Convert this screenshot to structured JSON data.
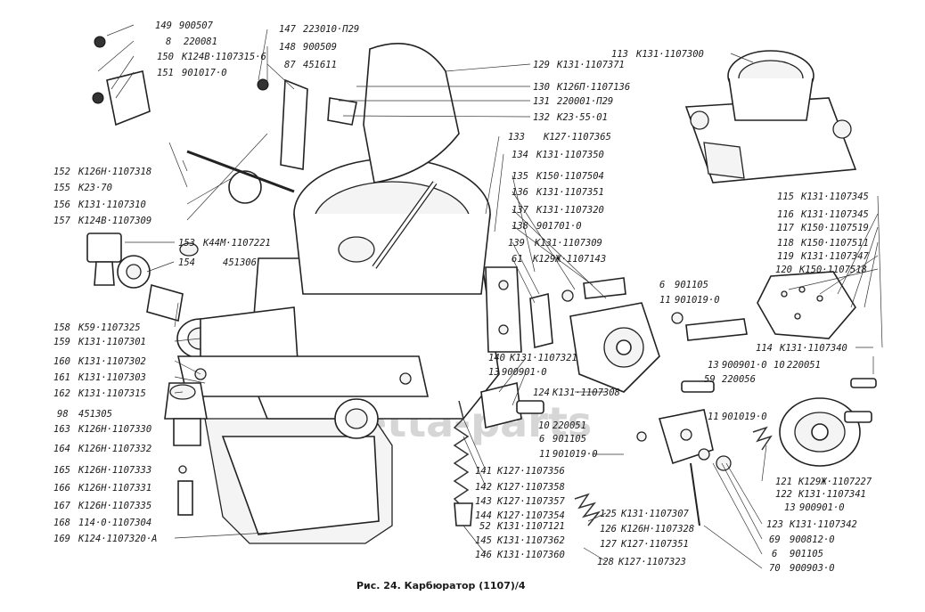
{
  "caption": "Рис. 24. Карбюратор (1107)/4",
  "watermark": "detta-parts",
  "callouts": [
    {
      "num": "149",
      "code": "900507"
    },
    {
      "num": "8",
      "code": "220081"
    },
    {
      "num": "150",
      "code": "К124В·1107315·6"
    },
    {
      "num": "151",
      "code": "901017·0"
    },
    {
      "num": "147",
      "code": "223010·П29"
    },
    {
      "num": "148",
      "code": "900509"
    },
    {
      "num": "87",
      "code": "451611"
    },
    {
      "num": "152",
      "code": "К126Н·1107318"
    },
    {
      "num": "155",
      "code": "К23·70"
    },
    {
      "num": "156",
      "code": "К131·1107310"
    },
    {
      "num": "157",
      "code": "К124В·1107309"
    },
    {
      "num": "153",
      "code": "К44М·1107221"
    },
    {
      "num": "154",
      "code": "451306"
    },
    {
      "num": "158",
      "code": "К59·1107325"
    },
    {
      "num": "159",
      "code": "К131·1107301"
    },
    {
      "num": "160",
      "code": "К131·1107302"
    },
    {
      "num": "161",
      "code": "К131·1107303"
    },
    {
      "num": "162",
      "code": "К131·1107315"
    },
    {
      "num": "98",
      "code": "451305"
    },
    {
      "num": "163",
      "code": "К126Н·1107330"
    },
    {
      "num": "164",
      "code": "К126Н·1107332"
    },
    {
      "num": "165",
      "code": "К126Н·1107333"
    },
    {
      "num": "166",
      "code": "К126Н·1107331"
    },
    {
      "num": "167",
      "code": "К126Н·1107335"
    },
    {
      "num": "168",
      "code": "114·0·1107304"
    },
    {
      "num": "169",
      "code": "К124·1107320·А"
    },
    {
      "num": "129",
      "code": "К131·1107371"
    },
    {
      "num": "130",
      "code": "К126П·1107136"
    },
    {
      "num": "131",
      "code": "220001·П29"
    },
    {
      "num": "132",
      "code": "К23·55·01"
    },
    {
      "num": "133",
      "code": "К127·1107365"
    },
    {
      "num": "134",
      "code": "К131·1107350"
    },
    {
      "num": "135",
      "code": "К150·1107504"
    },
    {
      "num": "136",
      "code": "К131·1107351"
    },
    {
      "num": "137",
      "code": "К131·1107320"
    },
    {
      "num": "138",
      "code": "901701·0"
    },
    {
      "num": "139",
      "code": "К131·1107309"
    },
    {
      "num": "61",
      "code": "К129Ж·1107143"
    },
    {
      "num": "113",
      "code": "К131·1107300"
    },
    {
      "num": "115",
      "code": "К131·1107345"
    },
    {
      "num": "116",
      "code": "К131·1107345"
    },
    {
      "num": "117",
      "code": "К150·1107519"
    },
    {
      "num": "118",
      "code": "К150·1107511"
    },
    {
      "num": "119",
      "code": "К131·1107347"
    },
    {
      "num": "120",
      "code": "К150·1107518"
    },
    {
      "num": "6",
      "code": "901105"
    },
    {
      "num": "11",
      "code": "901019·0"
    },
    {
      "num": "114",
      "code": "К131·1107340"
    },
    {
      "num": "13",
      "code": "900901·0"
    },
    {
      "num": "10",
      "code": "220051"
    },
    {
      "num": "59",
      "code": "220056"
    },
    {
      "num": "140",
      "code": "К131·1107321"
    },
    {
      "num": "13",
      "code": "900901·0"
    },
    {
      "num": "124",
      "code": "К131·1107308"
    },
    {
      "num": "10",
      "code": "220051"
    },
    {
      "num": "6",
      "code": "901105"
    },
    {
      "num": "11",
      "code": "901019·0"
    },
    {
      "num": "11",
      "code": "901019·0"
    },
    {
      "num": "141",
      "code": "К127·1107356"
    },
    {
      "num": "142",
      "code": "К127·1107358"
    },
    {
      "num": "143",
      "code": "К127·1107357"
    },
    {
      "num": "144",
      "code": "К127·1107354"
    },
    {
      "num": "52",
      "code": "К131·1107121"
    },
    {
      "num": "145",
      "code": "К131·1107362"
    },
    {
      "num": "146",
      "code": "К131·1107360"
    },
    {
      "num": "125",
      "code": "К131·1107307"
    },
    {
      "num": "126",
      "code": "К126Н·1107328"
    },
    {
      "num": "127",
      "code": "К127·1107351"
    },
    {
      "num": "128",
      "code": "К127·1107323"
    },
    {
      "num": "121",
      "code": "К129Ж·1107227"
    },
    {
      "num": "122",
      "code": "К131·1107341"
    },
    {
      "num": "13",
      "code": "900901·0"
    },
    {
      "num": "123",
      "code": "К131·1107342"
    },
    {
      "num": "69",
      "code": "900812·0"
    },
    {
      "num": "6",
      "code": "901105"
    },
    {
      "num": "70",
      "code": "900903·0"
    }
  ]
}
